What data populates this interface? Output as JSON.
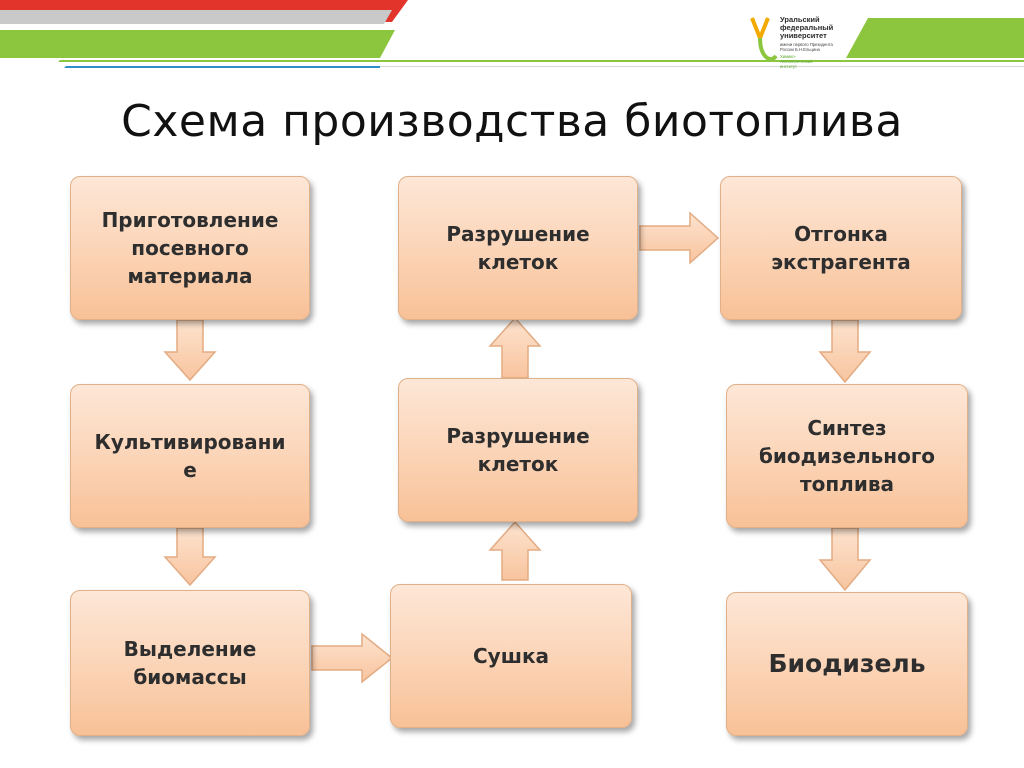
{
  "slide": {
    "title": "Схема производства биотоплива",
    "logo": {
      "university_lines": [
        "Уральский",
        "федеральный",
        "университет"
      ],
      "subtitle_lines": [
        "имени первого Президента",
        "России Б.Н.Ельцина"
      ],
      "institute_lines": [
        "Химико-",
        "технологический",
        "институт"
      ]
    }
  },
  "diagram": {
    "steps": [
      {
        "id": "seed",
        "label": "Приготовление\nпосевного\nматериала"
      },
      {
        "id": "cultivation",
        "label": "Культивировани\nе"
      },
      {
        "id": "biomass",
        "label": "Выделение\nбиомассы"
      },
      {
        "id": "drying",
        "label": "Сушка"
      },
      {
        "id": "cell-destruction-1",
        "label": "Разрушение\nклеток"
      },
      {
        "id": "cell-destruction-2",
        "label": "Разрушение\nклеток"
      },
      {
        "id": "extractant",
        "label": "Отгонка\nэкстрагента"
      },
      {
        "id": "synthesis",
        "label": "Синтез\nбиодизельного\nтоплива"
      },
      {
        "id": "biodiesel",
        "label": "Биодизель"
      }
    ],
    "colors": {
      "box_top": "#fde7d7",
      "box_bottom": "#f8c197",
      "arrow_fill": "#fbd0b0",
      "arrow_stroke": "#e3ab82",
      "deco_green": "#8cc63f",
      "deco_red": "#e2342b"
    }
  }
}
